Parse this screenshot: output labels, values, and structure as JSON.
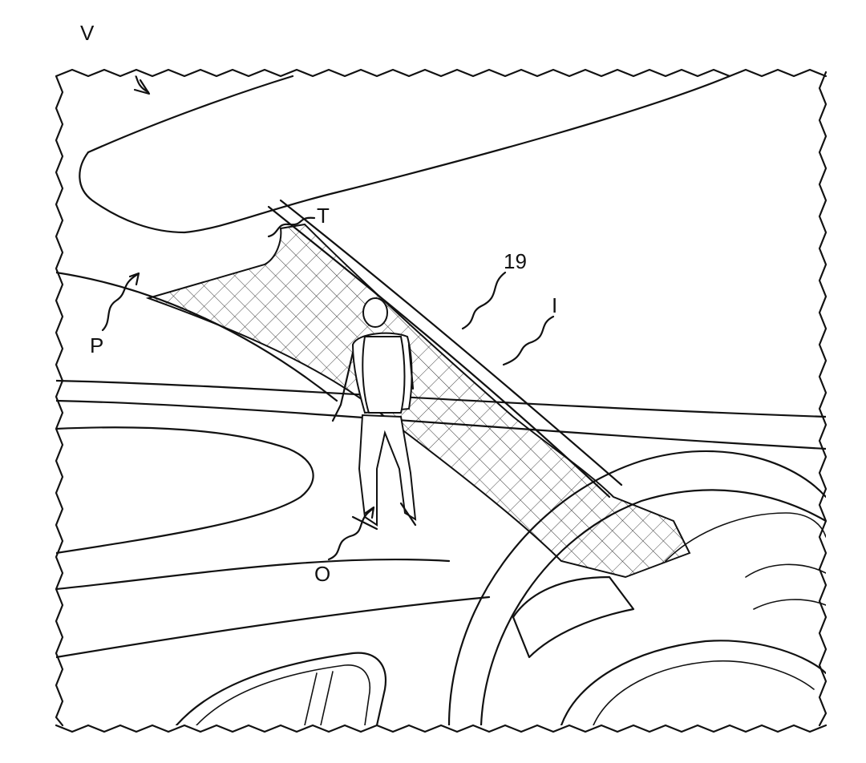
{
  "figure": {
    "labels": {
      "vehicle": "V",
      "pillar": "P",
      "transition": "T",
      "display": "19",
      "image": "I",
      "object": "O"
    }
  },
  "colors": {
    "ink": "#111111",
    "paper": "#ffffff"
  }
}
